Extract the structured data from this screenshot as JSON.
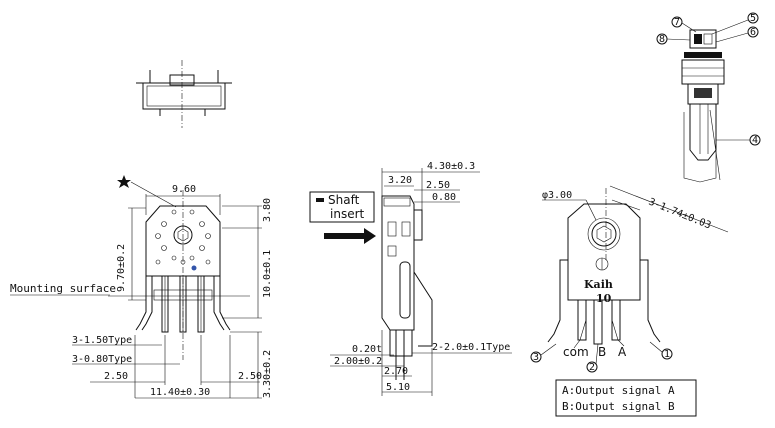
{
  "top_view": {},
  "front_view": {
    "width_top": "9.60",
    "height_top": "3.80",
    "height_mid": "10.0±0.1",
    "height_left": "9.70±0.2",
    "height_bottom": "3.30±0.2",
    "mounting_surface": "Mounting surface",
    "pin_width": "3-1.50Type",
    "pin_thick": "3-0.80Type",
    "pin_offset_left": "2.50",
    "pin_offset_right": "2.50",
    "width_bottom": "11.40±0.30"
  },
  "side_view": {
    "shaft_insert_line1": "Shaft",
    "shaft_insert_line2": "insert",
    "d_top": "4.30±0.3",
    "d_320": "3.20",
    "d_250": "2.50",
    "d_080": "0.80",
    "d_020": "0.20t",
    "d_200": "2.00±0.2",
    "d_270": "2.70",
    "d_510": "5.10",
    "pin_pitch": "2-2.0±0.1Type"
  },
  "right_view": {
    "shaft_dia": "φ3.00",
    "shaft_hex": "3-1.74±0.03",
    "brand": "Kaih",
    "model": "10",
    "pin_com": "com",
    "pin_b": "B",
    "pin_a": "A",
    "n1": "1",
    "n2": "2",
    "n3": "3",
    "legend_a": "A:Output signal A",
    "legend_b": "B:Output signal B"
  },
  "exploded_view": {
    "n4": "4",
    "n5": "5",
    "n6": "6",
    "n7": "7",
    "n8": "8"
  }
}
